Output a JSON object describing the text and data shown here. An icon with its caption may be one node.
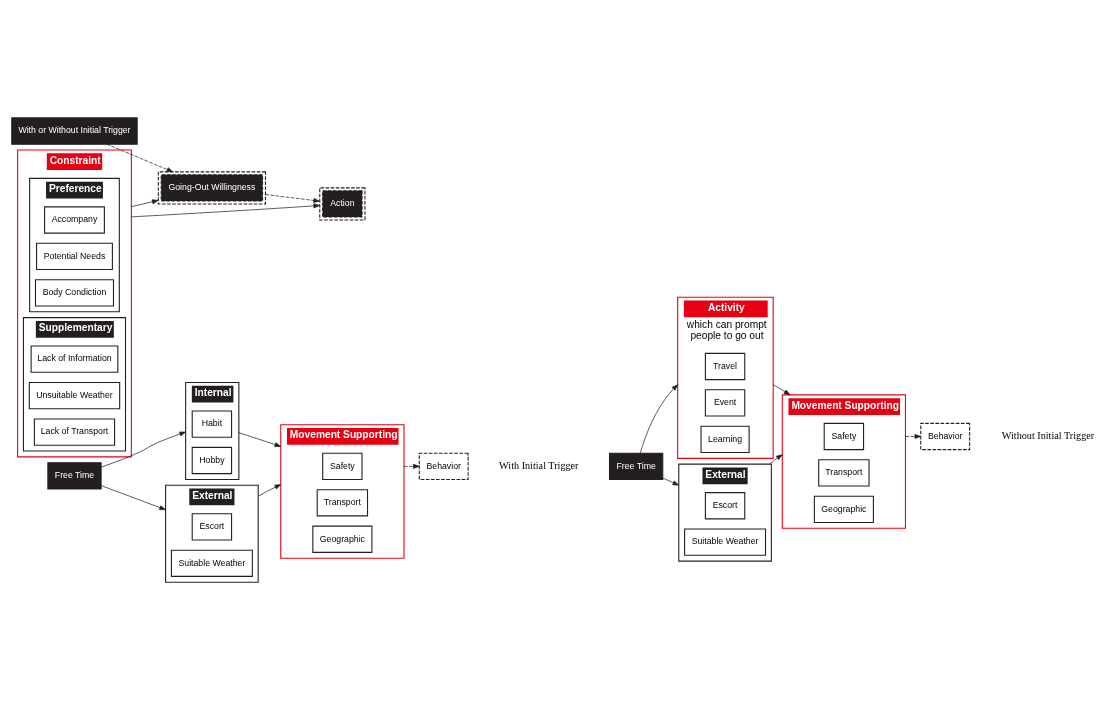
{
  "diagram": {
    "nodes": [
      {
        "text": [
          "Free Time"
        ]
      },
      {
        "text": [
          "Internal"
        ]
      },
      {
        "text": [
          "Habit"
        ],
        "in": 1
      },
      {
        "text": [
          "Hobby"
        ],
        "in": 1
      },
      {
        "text": [
          "External"
        ]
      },
      {
        "text": [
          "Escort"
        ],
        "in": 4
      },
      {
        "text": [
          "Suitable Weather"
        ],
        "in": 4
      },
      {
        "text": [
          "Movement Supporting"
        ]
      },
      {
        "text": [
          "Safety"
        ],
        "in": 7
      },
      {
        "text": [
          "Transport"
        ],
        "in": 7
      },
      {
        "text": [
          "Geographic"
        ],
        "in": 7
      },
      {
        "text": [
          "Behavior"
        ]
      },
      {
        "text": [
          "Free Time"
        ]
      },
      {
        "text": [
          "Activity",
          "which can prompt people to go out"
        ]
      },
      {
        "text": [
          "Travel"
        ],
        "in": 13
      },
      {
        "text": [
          "Event"
        ],
        "in": 13
      },
      {
        "text": [
          "Learning"
        ],
        "in": 13
      },
      {
        "text": [
          "External"
        ]
      },
      {
        "text": [
          "Escort"
        ],
        "in": 17
      },
      {
        "text": [
          "Suitable Weather"
        ],
        "in": 17
      },
      {
        "text": [
          "Movement Supporting"
        ]
      },
      {
        "text": [
          "Safety"
        ],
        "in": 20
      },
      {
        "text": [
          "Transport"
        ],
        "in": 20
      },
      {
        "text": [
          "Geographic"
        ],
        "in": 20
      },
      {
        "text": [
          "Behavior"
        ]
      },
      {
        "text": [
          "With or Without Initial Trigger"
        ]
      },
      {
        "text": [
          "Going-Out Willingness"
        ]
      },
      {
        "text": [
          "Action"
        ]
      },
      {
        "text": [
          "Constraint"
        ]
      },
      {
        "text": [
          "Preference"
        ],
        "in": 28
      },
      {
        "text": [
          "Accompany"
        ],
        "in": 29
      },
      {
        "text": [
          "Potential Needs"
        ],
        "in": 29
      },
      {
        "text": [
          "Body Condiction"
        ],
        "in": 29
      },
      {
        "text": [
          "Supplementary"
        ],
        "in": 28
      },
      {
        "text": [
          "Lack of Information"
        ],
        "in": 33
      },
      {
        "text": [
          "Unsuitable Weather"
        ],
        "in": 33
      },
      {
        "text": [
          "Lack of Transport"
        ],
        "in": 33
      }
    ],
    "edges": [
      {
        "from": 0,
        "to": 1,
        "arrow": "to"
      },
      {
        "from": 0,
        "to": 4,
        "arrow": "to"
      },
      {
        "from": 1,
        "to": 7,
        "arrow": "to"
      },
      {
        "from": 4,
        "to": 7,
        "arrow": "to"
      },
      {
        "from": 7,
        "to": 11,
        "arrow": "to",
        "style": "dashed"
      },
      {
        "from": 12,
        "to": 13,
        "arrow": "to"
      },
      {
        "from": 12,
        "to": 17,
        "arrow": "to"
      },
      {
        "from": 13,
        "to": 20,
        "arrow": "to"
      },
      {
        "from": 17,
        "to": 20,
        "arrow": "to"
      },
      {
        "from": 20,
        "to": 24,
        "arrow": "to",
        "style": "dashed"
      },
      {
        "from": 25,
        "to": 26,
        "arrow": "to",
        "style": "dashed"
      },
      {
        "from": 28,
        "to": 26,
        "arrow": "to"
      },
      {
        "from": 26,
        "to": 27,
        "arrow": "to",
        "style": "dashed"
      },
      {
        "from": 28,
        "to": 27,
        "arrow": "to"
      }
    ],
    "labels": [
      "With Initial Trigger",
      "Without Initial Trigger"
    ]
  }
}
